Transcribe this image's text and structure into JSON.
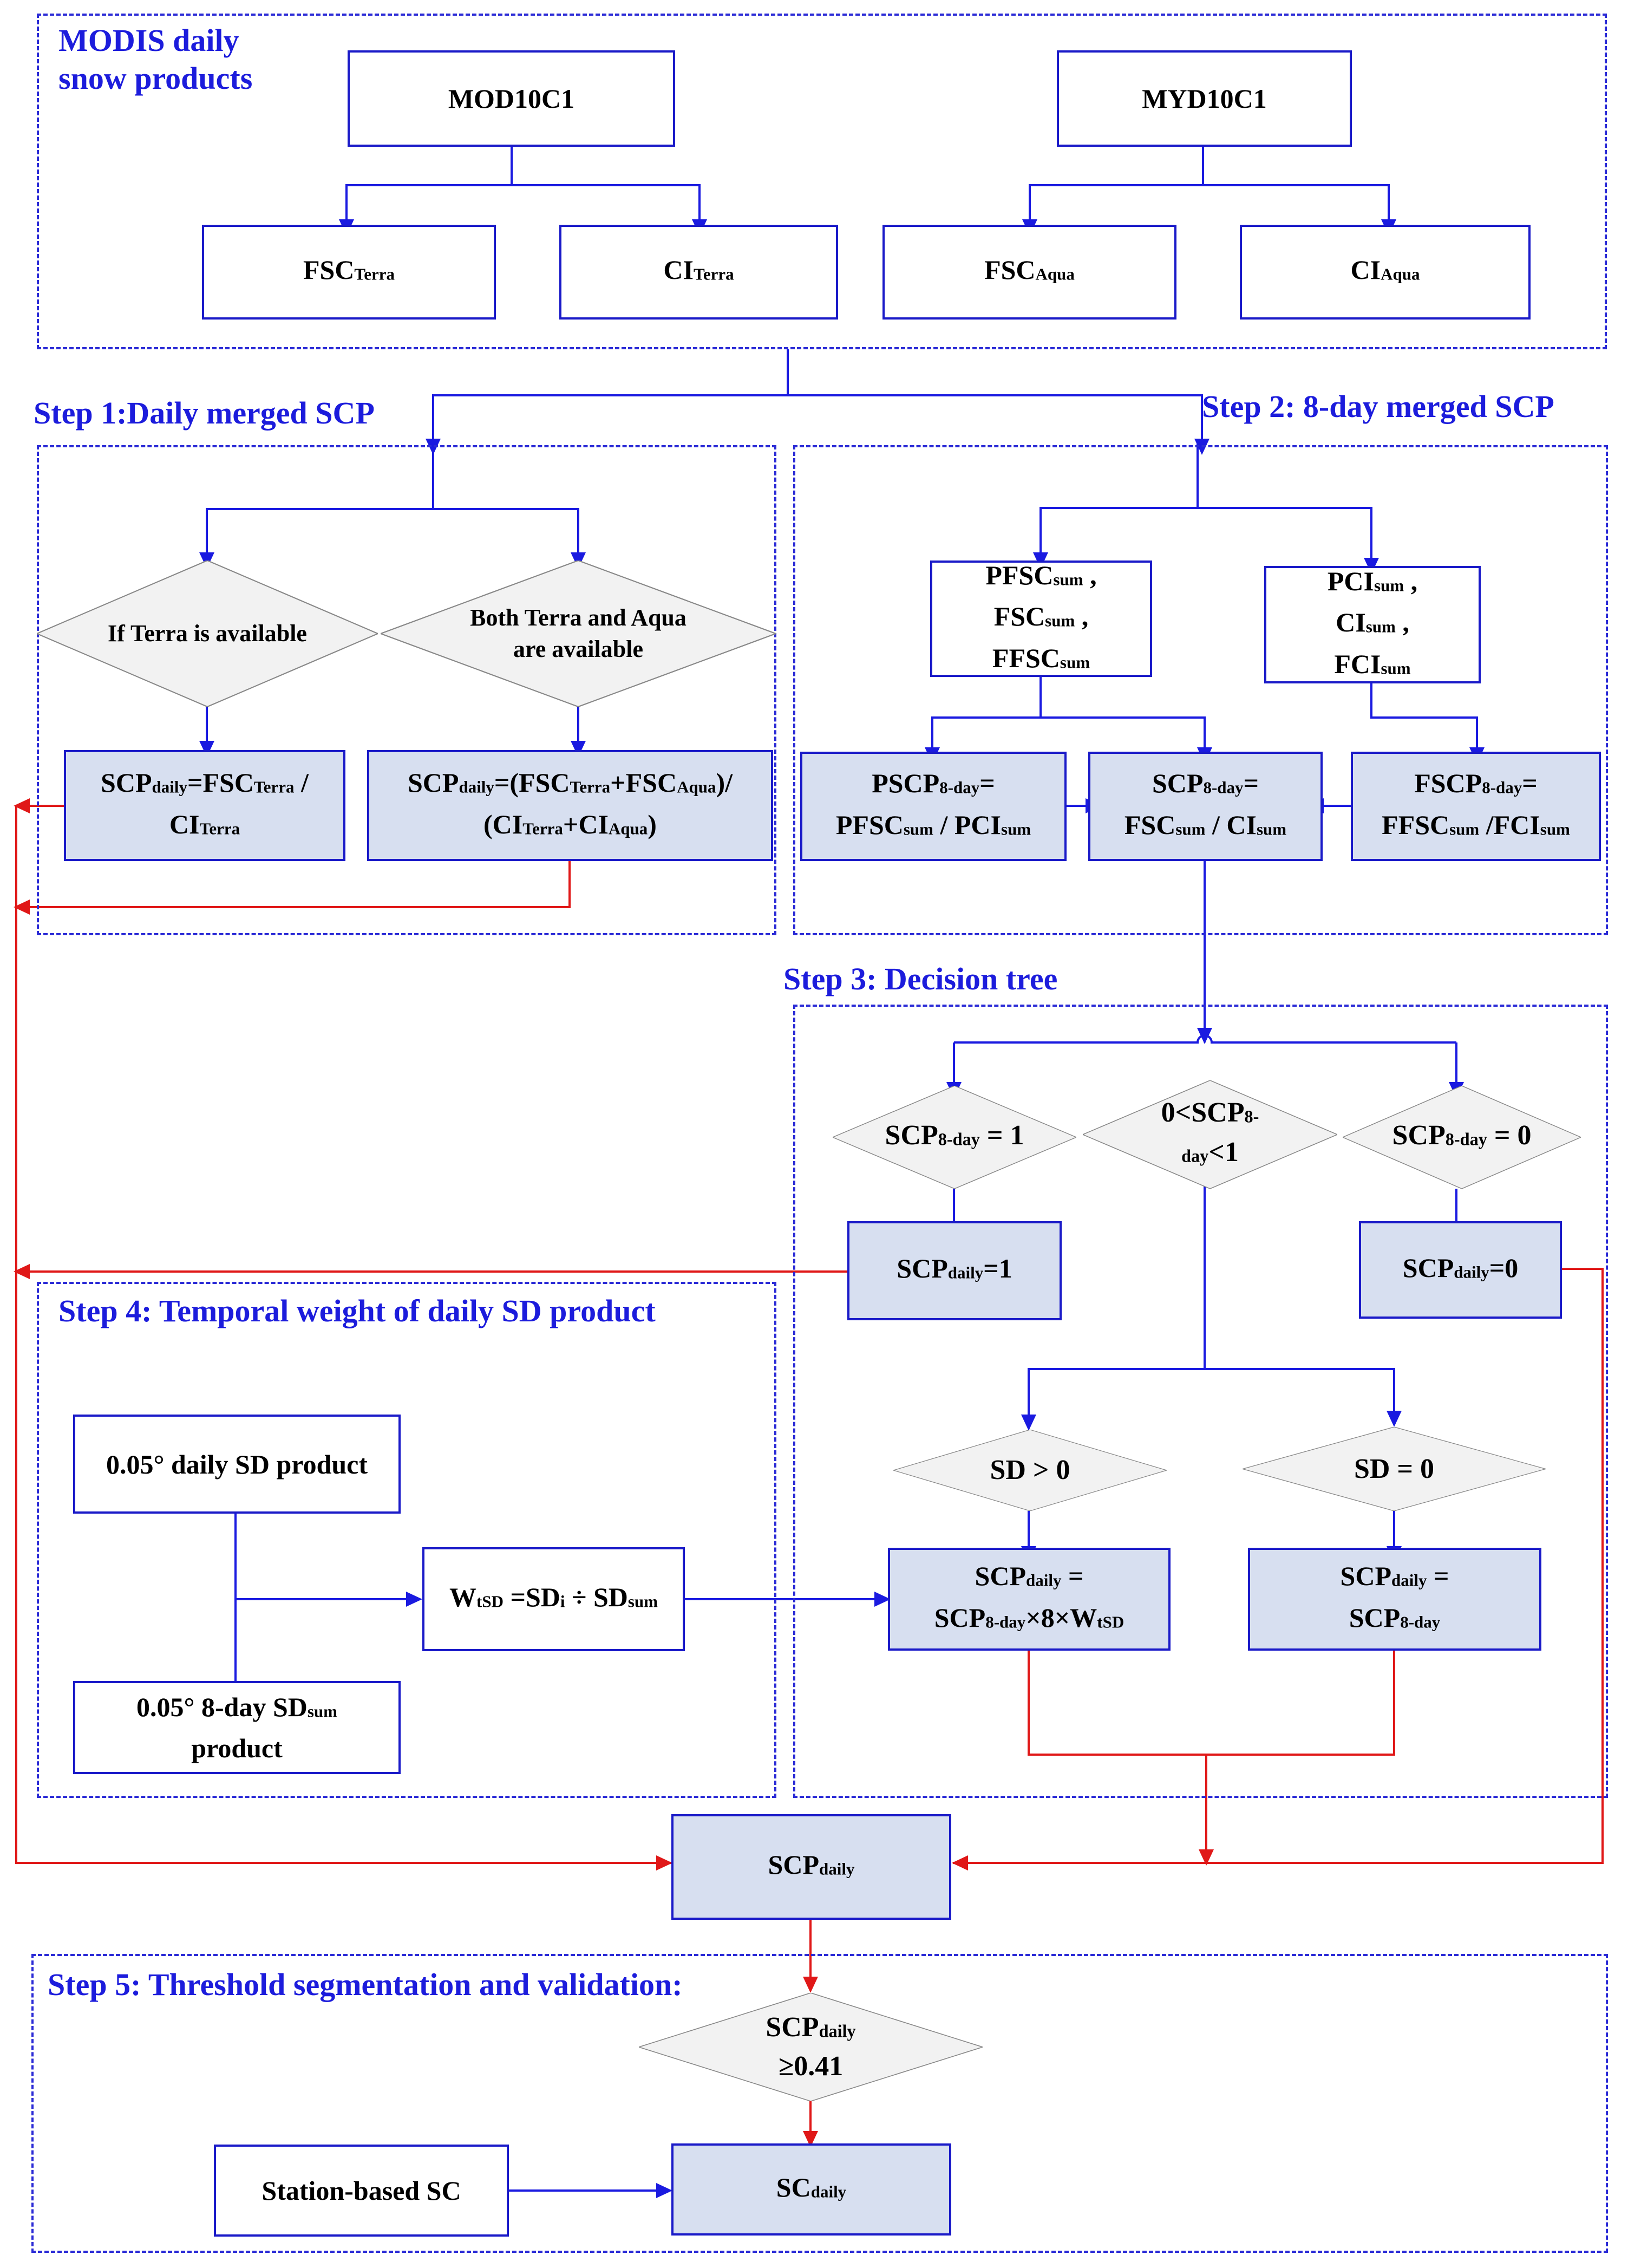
{
  "groups": {
    "modis_title": "MODIS daily\nsnow products",
    "step1": "Step 1:Daily merged SCP",
    "step2": "Step 2: 8-day merged SCP",
    "step3": "Step 3: Decision tree",
    "step4": "Step 4: Temporal weight of daily SD product",
    "step5": "Step 5: Threshold segmentation and validation:"
  },
  "nodes": {
    "mod10c1": "MOD10C1",
    "myd10c1": "MYD10C1",
    "fsc_terra": {
      "main": "FSC",
      "sub": "Terra"
    },
    "ci_terra": {
      "main": "CI",
      "sub": "Terra"
    },
    "fsc_aqua": {
      "main": "FSC",
      "sub": "Aqua"
    },
    "ci_aqua": {
      "main": "CI",
      "sub": "Aqua"
    },
    "if_terra": "If Terra is available",
    "both_available": "Both Terra and Aqua\nare available",
    "scp_terra_formula": {
      "l1": "SCP",
      "l1s": "daily",
      "l1b": "=FSC",
      "l1bs": "Terra",
      "l1c": " /",
      "l2": "CI",
      "l2s": "Terra"
    },
    "scp_merge_formula": {
      "l1": "SCP",
      "l1s": "daily",
      "l1b": "=(FSC",
      "l1bs": "Terra",
      "l1c": "+FSC",
      "l1cs": "Aqua",
      "l1d": ")/",
      "l2a": "(CI",
      "l2as": "Terra",
      "l2b": "+CI",
      "l2bs": "Aqua",
      "l2c": ")"
    },
    "fsc_sums": {
      "a": "PFSC",
      "as": "sum",
      "ae": " ,",
      "b": "FSC",
      "bs": "sum",
      "be": " ,",
      "c": "FFSC",
      "cs": "sum"
    },
    "ci_sums": {
      "a": "PCI",
      "as": "sum",
      "ae": " ,",
      "b": "CI",
      "bs": "sum",
      "be": " ,",
      "c": "FCI",
      "cs": "sum"
    },
    "pscp": {
      "a": "PSCP",
      "as": "8-day",
      "ae": "=",
      "b": "PFSC",
      "bs": "sum",
      "bm": " / PCI",
      "bms": "sum"
    },
    "scp8": {
      "a": "SCP",
      "as": "8-day",
      "ae": "=",
      "b": "FSC",
      "bs": "sum",
      "bm": " / CI",
      "bms": "sum"
    },
    "fscp": {
      "a": "FSCP",
      "as": "8-day",
      "ae": "=",
      "b": "FFSC",
      "bs": "sum",
      "bm": " /FCI",
      "bms": "sum"
    },
    "cond_eq1": {
      "a": "SCP",
      "as": "8-day",
      "ae": " = 1"
    },
    "cond_between": {
      "a": "0<SCP",
      "as": "8-",
      "b": "day",
      "be": "<1"
    },
    "cond_eq0": {
      "a": "SCP",
      "as": "8-day",
      "ae": " = 0"
    },
    "scp_daily_1": {
      "a": "SCP",
      "as": "daily",
      "ae": "=1"
    },
    "scp_daily_0": {
      "a": "SCP",
      "as": "daily",
      "ae": "=0"
    },
    "sd_gt0": "SD > 0",
    "sd_eq0": "SD = 0",
    "scp_weighted": {
      "a": "SCP",
      "as": "daily",
      "ae": " =",
      "b": "SCP",
      "bs": "8-day",
      "be": "×8×W",
      "bes": "tSD"
    },
    "scp_equal8": {
      "a": "SCP",
      "as": "daily",
      "ae": " =",
      "b": "SCP",
      "bs": "8-day"
    },
    "daily_sd": "0.05° daily SD product",
    "sd8_product": {
      "a": "0.05° 8-day SD",
      "as": "sum",
      "b": "product"
    },
    "weight": {
      "a": "W",
      "as": "tSD",
      "b": " =SD",
      "bs": "i",
      "c": " ÷ SD",
      "cs": "sum"
    },
    "scp_daily": {
      "a": "SCP",
      "as": "daily"
    },
    "threshold": {
      "a": "SCP",
      "as": "daily",
      "b": "≥0.41"
    },
    "station": "Station-based SC",
    "sc_daily": {
      "a": "SC",
      "as": "daily"
    }
  },
  "colors": {
    "blue_flow": "#1a1ae0",
    "red_flow": "#e01818",
    "box_border": "#1a1ac8",
    "fill": "#d7dff0",
    "diamond_fill": "#f2f2f2",
    "title": "#1c1cdc"
  }
}
